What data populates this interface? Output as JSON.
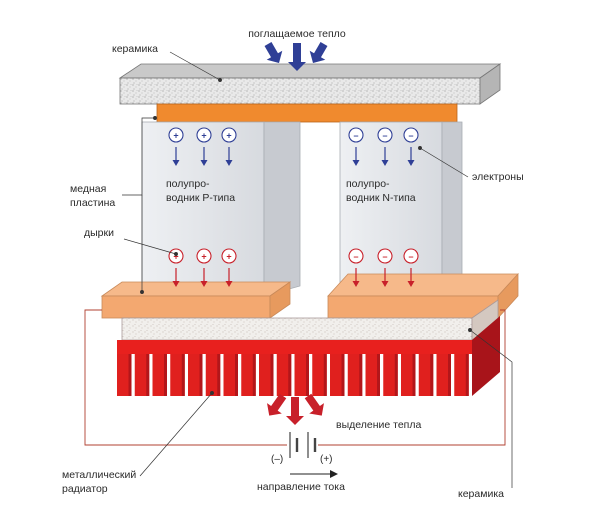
{
  "labels": {
    "absorbed_heat": "поглащаемое тепло",
    "ceramic_top": "керамика",
    "copper_plate_line1": "медная",
    "copper_plate_line2": "пластина",
    "holes": "дырки",
    "p_type_line1": "полупро-",
    "p_type_line2": "водник P-типа",
    "n_type_line1": "полупро-",
    "n_type_line2": "водник N-типа",
    "electrons": "электроны",
    "heat_release": "выделение тепла",
    "minus_terminal": "(–)",
    "plus_terminal": "(+)",
    "current_direction": "направление тока",
    "metal_radiator_line1": "металлический",
    "metal_radiator_line2": "радиатор",
    "ceramic_bottom": "керамика"
  },
  "signs": {
    "plus": "+",
    "minus": "–"
  },
  "colors": {
    "cold_arrow": "#2f3f96",
    "hot_arrow": "#c8202a",
    "copper": "#f08a2e",
    "copper_light": "#f6b98a",
    "semiconductor": "#e6e8ec",
    "ceramic": "#d5d5d5",
    "radiator": "#e0201e",
    "wire": "#b04030"
  }
}
